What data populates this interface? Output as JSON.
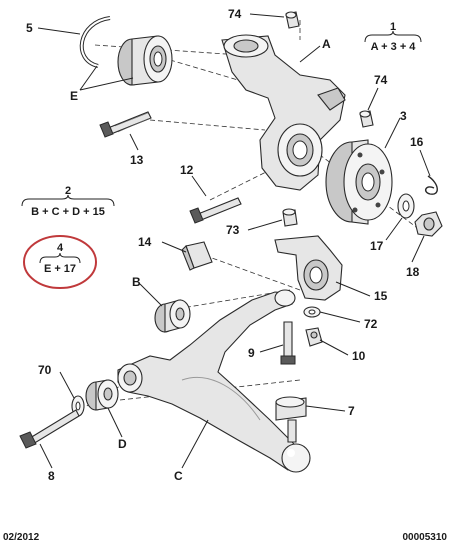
{
  "labels": {
    "l5": "5",
    "lE": "E",
    "l74a": "74",
    "lA": "A",
    "l74b": "74",
    "l13": "13",
    "l3": "3",
    "l16": "16",
    "l12": "12",
    "l73": "73",
    "l17": "17",
    "l18": "18",
    "l14": "14",
    "lB": "B",
    "l15": "15",
    "l72": "72",
    "l9": "9",
    "l10": "10",
    "l70": "70",
    "lD": "D",
    "l7": "7",
    "lC": "C",
    "l8": "8"
  },
  "formulas": {
    "f1": {
      "num": "1",
      "expr": "A + 3 + 4"
    },
    "f2": {
      "num": "2",
      "expr": "B + C + D + 15"
    },
    "f4": {
      "num": "4",
      "expr": "E + 17"
    }
  },
  "footer": {
    "date": "02/2012",
    "ref": "00005310"
  },
  "colors": {
    "highlight": "#c0393b",
    "line": "#222222",
    "part": "#e6e6e6"
  }
}
